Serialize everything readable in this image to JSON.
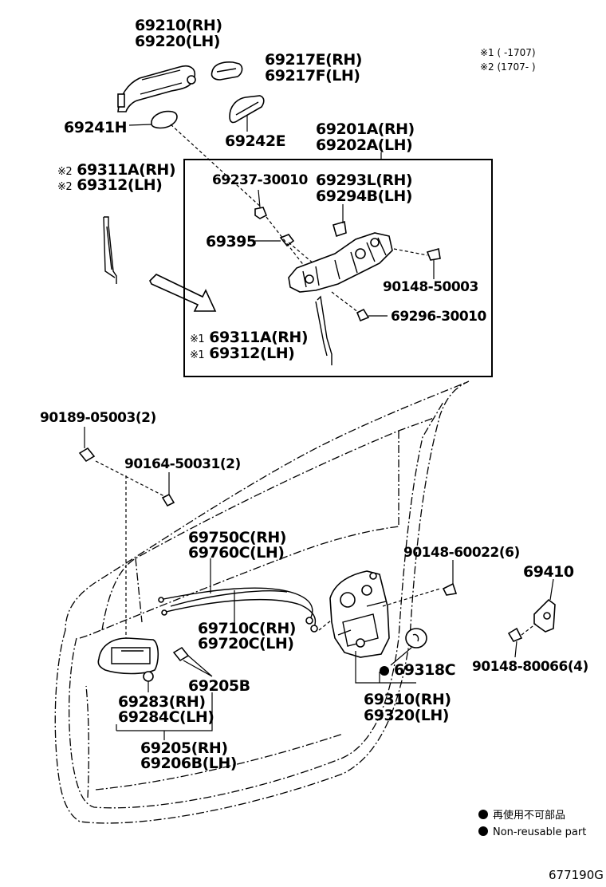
{
  "notes": {
    "n1": "※1 (        -1707)",
    "n2": "※2 (1707-        )"
  },
  "labels": {
    "handle_rh": "69210(RH)",
    "handle_lh": "69220(LH)",
    "cover_e": "69217E(RH)",
    "cover_f": "69217F(LH)",
    "pad_241h": "69241H",
    "pad_242e": "69242E",
    "frame_rh": "69201A(RH)",
    "frame_lh": "69202A(LH)",
    "rod_top_mark": "※2",
    "rod_top_rh": "69311A(RH)",
    "rod_top_lh": "69312(LH)",
    "clip_237": "69237-30010",
    "bracket_rh": "69293L(RH)",
    "bracket_lh": "69294B(LH)",
    "clip_395": "69395",
    "screw_50003": "90148-50003",
    "screw_296": "69296-30010",
    "rod_box_mark": "※1",
    "rod_box_rh": "69311A(RH)",
    "rod_box_lh": "69312(LH)",
    "bolt_05003": "90189-05003(2)",
    "screw_50031": "90164-50031(2)",
    "cable_rh": "69750C(RH)",
    "cable_lh": "69760C(LH)",
    "screw_60022": "90148-60022(6)",
    "striker": "69410",
    "cable2_rh": "69710C(RH)",
    "cable2_lh": "69720C(LH)",
    "inner_205b": "69205B",
    "seal": "69318C",
    "inner_283": "69283(RH)",
    "inner_284": "69284C(LH)",
    "lock_rh": "69310(RH)",
    "lock_lh": "69320(LH)",
    "screw_80066": "90148-80066(4)",
    "inner_rh": "69205(RH)",
    "inner_lh": "69206B(LH)"
  },
  "legend": {
    "jp": "再使用不可部品",
    "en": "Non-reusable part"
  },
  "figure_code": "677190G"
}
